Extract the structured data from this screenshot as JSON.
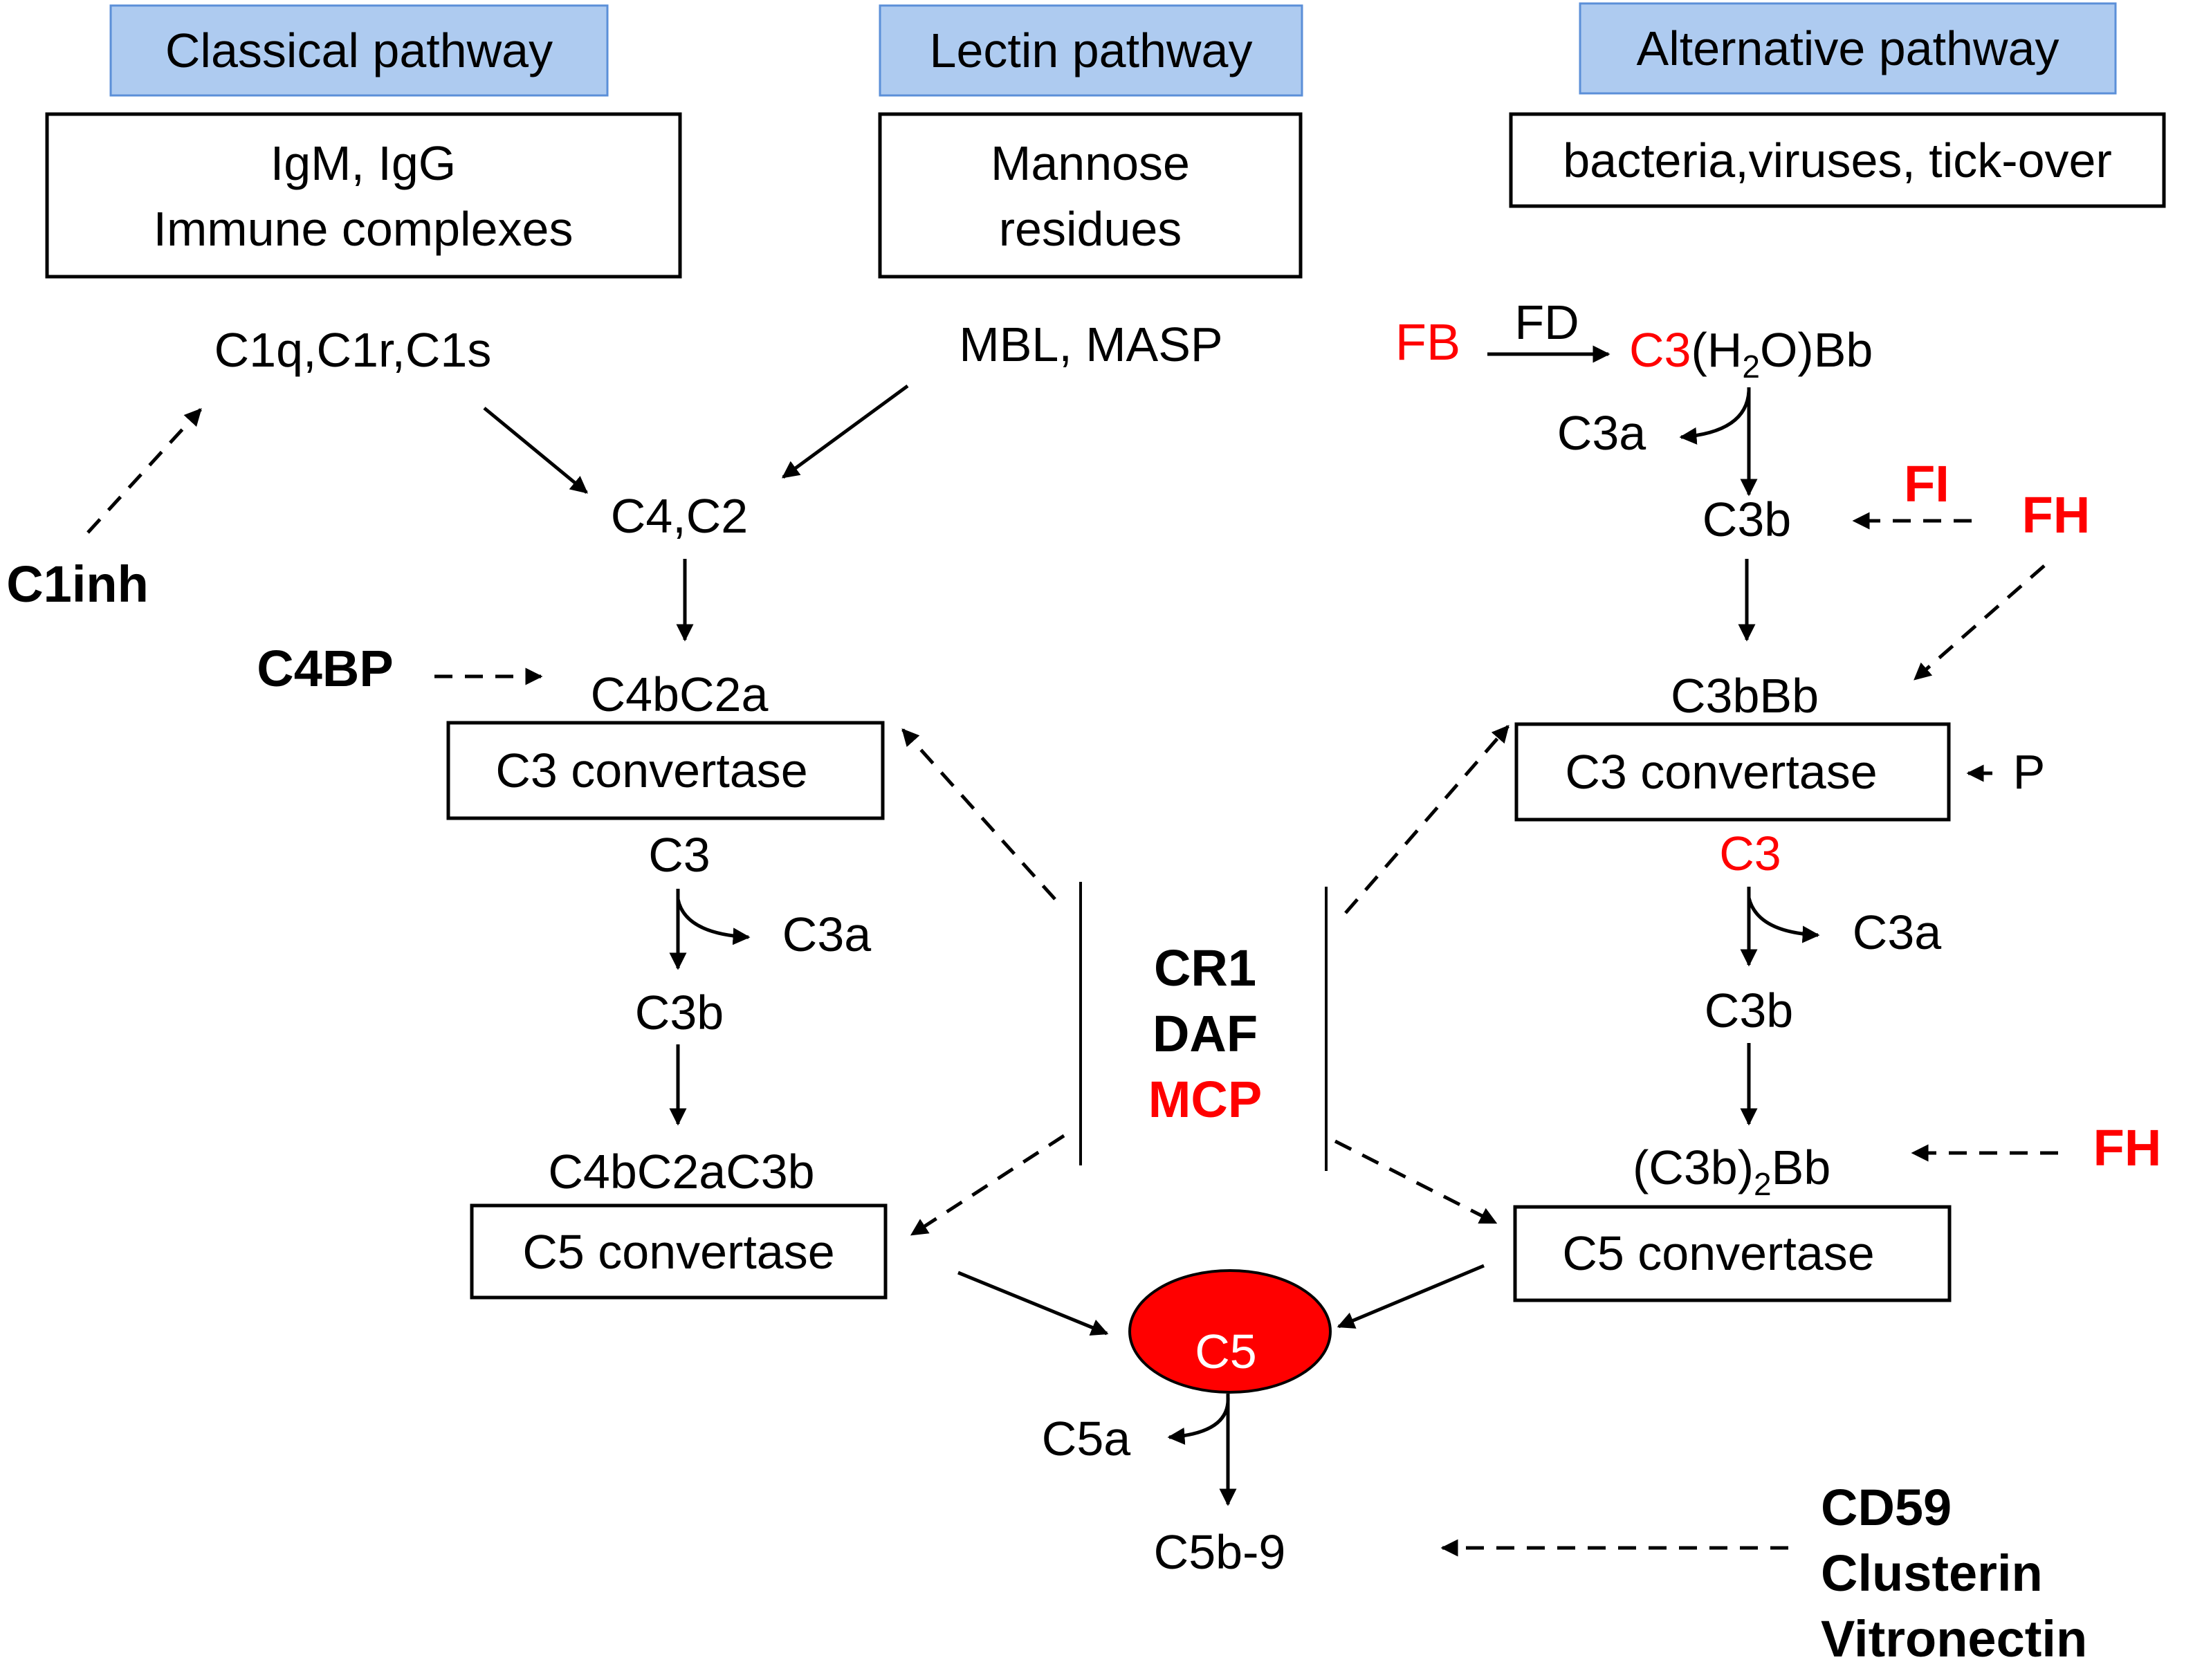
{
  "pathways": {
    "classical": {
      "title": "Classical pathway",
      "trigger_line1": "IgM, IgG",
      "trigger_line2": "Immune complexes",
      "initiators": "C1q,C1r,C1s"
    },
    "lectin": {
      "title": "Lectin pathway",
      "trigger_line1": "Mannose",
      "trigger_line2": "residues",
      "initiators": "MBL, MASP"
    },
    "alternative": {
      "title": "Alternative pathway",
      "trigger": "bacteria,viruses, tick-over"
    }
  },
  "classical_flow": {
    "c4c2": "C4,C2",
    "c4bc2a": "C4bC2a",
    "c3_convertase": "C3 convertase",
    "c3": "C3",
    "c3a": "C3a",
    "c3b": "C3b",
    "c4bc2ac3b": "C4bC2aC3b",
    "c5_convertase": "C5 convertase"
  },
  "alternative_flow": {
    "fb": "FB",
    "fd": "FD",
    "c3h2o_c3": "C3",
    "c3h2o_open": "(H",
    "c3h2o_sub": "2",
    "c3h2o_rest": "O)Bb",
    "c3a_top": "C3a",
    "c3b_top": "C3b",
    "c3bbb": "C3bBb",
    "c3_convertase": "C3 convertase",
    "properdin": "P",
    "c3": "C3",
    "c3a": "C3a",
    "c3b": "C3b",
    "c3b2bb_open": "(C3b)",
    "c3b2bb_sub": "2",
    "c3b2bb_rest": "Bb",
    "c5_convertase": "C5 convertase"
  },
  "terminal": {
    "c5": "C5",
    "c5a": "C5a",
    "c5b9": "C5b-9"
  },
  "regulators": {
    "c1inh": "C1inh",
    "c4bp": "C4BP",
    "fi": "FI",
    "fh_top": "FH",
    "fh_bottom": "FH",
    "center": [
      "CR1",
      "DAF",
      "MCP"
    ],
    "terminal": [
      "CD59",
      "Clusterin",
      "Vitronectin"
    ]
  },
  "colors": {
    "header_fill": "#aecbf0",
    "header_stroke": "#5b8fd8",
    "highlight": "#ff0000",
    "c5_fill": "#ff0000"
  }
}
